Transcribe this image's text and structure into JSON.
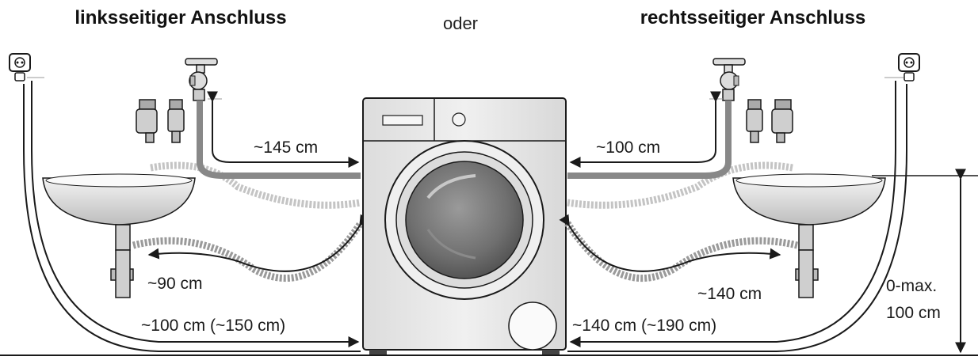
{
  "headings": {
    "left": "linksseitiger Anschluss",
    "middle": "oder",
    "right": "rechtsseitiger Anschluss"
  },
  "measurements": {
    "left_inlet": "~145 cm",
    "right_inlet": "~100 cm",
    "left_drain_sink": "~90 cm",
    "right_drain_sink": "~140 cm",
    "left_drain_standpipe": "~100 cm (~150 cm)",
    "right_drain_standpipe": "~140 cm (~190 cm)",
    "height_line1": "0-max.",
    "height_line2": "100 cm"
  },
  "icons": [
    "socket-icon",
    "water-tap-icon",
    "aquastop-valve-icon",
    "hose-connector-icon",
    "washing-machine-icon",
    "sink-icon",
    "drain-trap-icon"
  ],
  "colors": {
    "line": "#1a1a1a",
    "machine_body": "#e8e8e8",
    "sink": "#e6e6e6",
    "hose": "#b5b5b5"
  }
}
